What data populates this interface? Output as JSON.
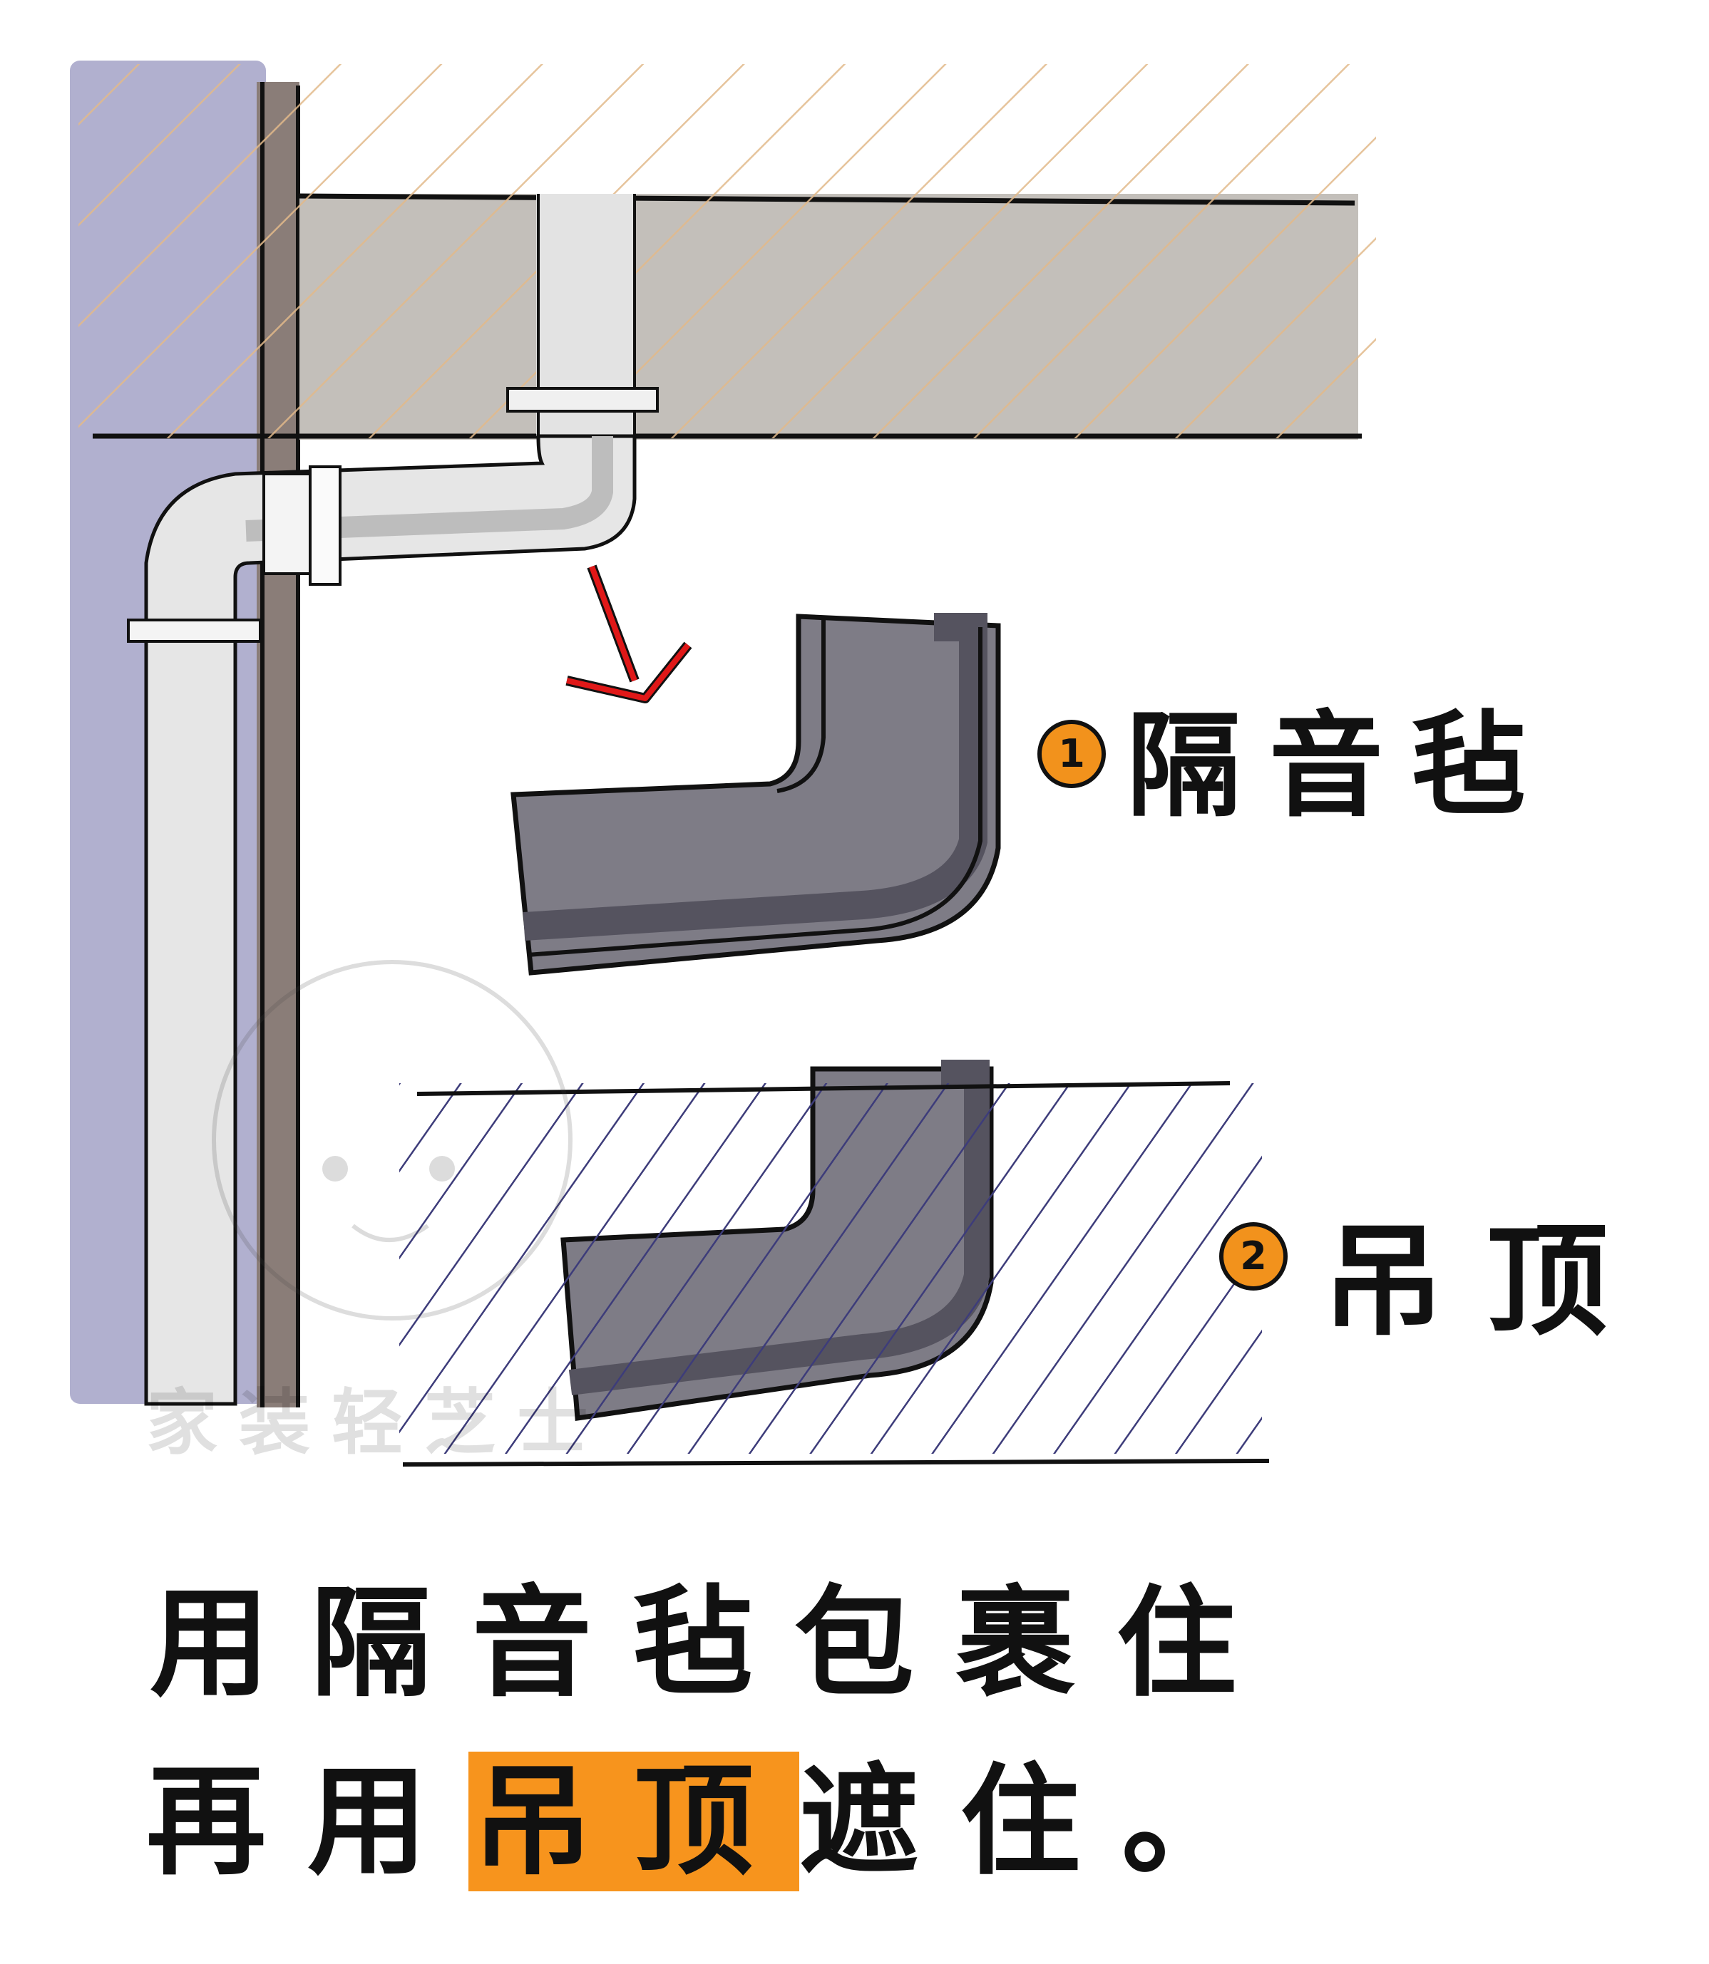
{
  "labels": {
    "item1": {
      "number": "1",
      "text": "隔音毡"
    },
    "item2": {
      "number": "2",
      "text": "吊顶"
    }
  },
  "caption": {
    "line1": "用隔音毡包裹住",
    "line2_before": "再用",
    "line2_highlight": "吊顶",
    "line2_after": "遮住。"
  },
  "watermark": "家装轻芝士",
  "colors": {
    "wall": "#b1b0cf",
    "beam": "#c3bfba",
    "pipe": "#e6e6e6",
    "felt": "#7e7c86",
    "felt_dark": "#55535f",
    "arrow": "#e01818",
    "badge": "#f2921c",
    "highlight": "#f7941d",
    "hatch_wall": "#e2b98a",
    "hatch_ceiling": "#3d3c7a"
  }
}
